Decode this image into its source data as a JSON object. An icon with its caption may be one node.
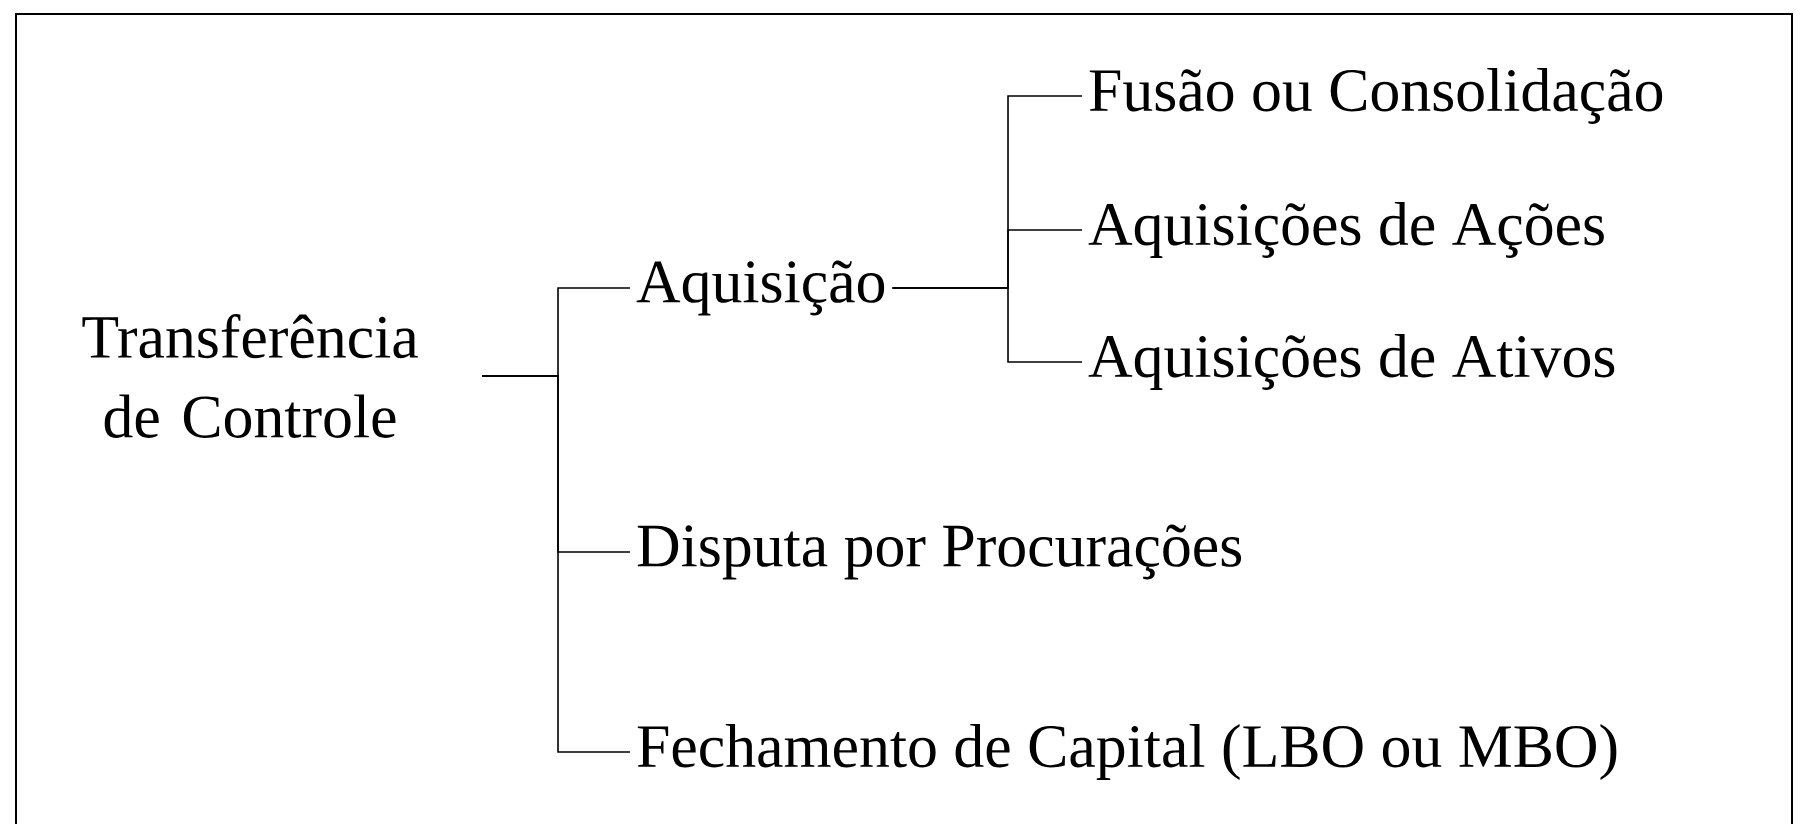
{
  "diagram": {
    "nodes": [
      {
        "text": [
          "Transferência de Controle"
        ]
      },
      {
        "text": [
          "Aquisição"
        ]
      },
      {
        "text": [
          "Fusão ou Consolidação"
        ]
      },
      {
        "text": [
          "Aquisições de Ações"
        ]
      },
      {
        "text": [
          "Aquisições de Ativos"
        ]
      },
      {
        "text": [
          "Disputa por Procurações"
        ]
      },
      {
        "text": [
          "Fechamento de Capital (LBO ou MBO)"
        ]
      }
    ],
    "edges": [
      {
        "from": 0,
        "to": 1,
        "arrow": "none"
      },
      {
        "from": 0,
        "to": 5,
        "arrow": "none"
      },
      {
        "from": 0,
        "to": 6,
        "arrow": "none"
      },
      {
        "from": 1,
        "to": 2,
        "arrow": "none"
      },
      {
        "from": 1,
        "to": 3,
        "arrow": "none"
      },
      {
        "from": 1,
        "to": 4,
        "arrow": "none"
      }
    ]
  }
}
